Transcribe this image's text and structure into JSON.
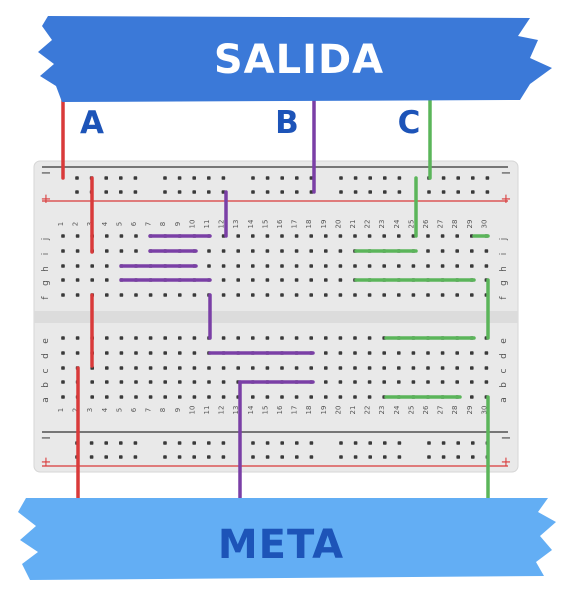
{
  "banners": {
    "top": {
      "label": "SALIDA",
      "color": "#3b79d8",
      "text_color": "#ffffff"
    },
    "bottom": {
      "label": "META",
      "color": "#63aef4",
      "text_color": "#1d54b8"
    }
  },
  "paths": {
    "a": {
      "label": "A",
      "color": "#d93a3a"
    },
    "b": {
      "label": "B",
      "color": "#7a3fa6"
    },
    "c": {
      "label": "C",
      "color": "#5bb55a"
    }
  },
  "breadboard": {
    "rail_minus": "−",
    "rail_plus": "+",
    "rows_top": [
      "j",
      "i",
      "h",
      "g",
      "f"
    ],
    "rows_bottom": [
      "e",
      "d",
      "c",
      "b",
      "a"
    ],
    "columns": [
      "1",
      "2",
      "3",
      "4",
      "5",
      "6",
      "7",
      "8",
      "9",
      "10",
      "11",
      "12",
      "13",
      "14",
      "15",
      "16",
      "17",
      "18",
      "19",
      "20",
      "21",
      "22",
      "23",
      "24",
      "25",
      "26",
      "27",
      "28",
      "29",
      "30"
    ]
  },
  "colors": {
    "board": "#ececec",
    "rail_red": "#d93a3a",
    "rail_dark": "#333333",
    "label_text": "#555555"
  }
}
